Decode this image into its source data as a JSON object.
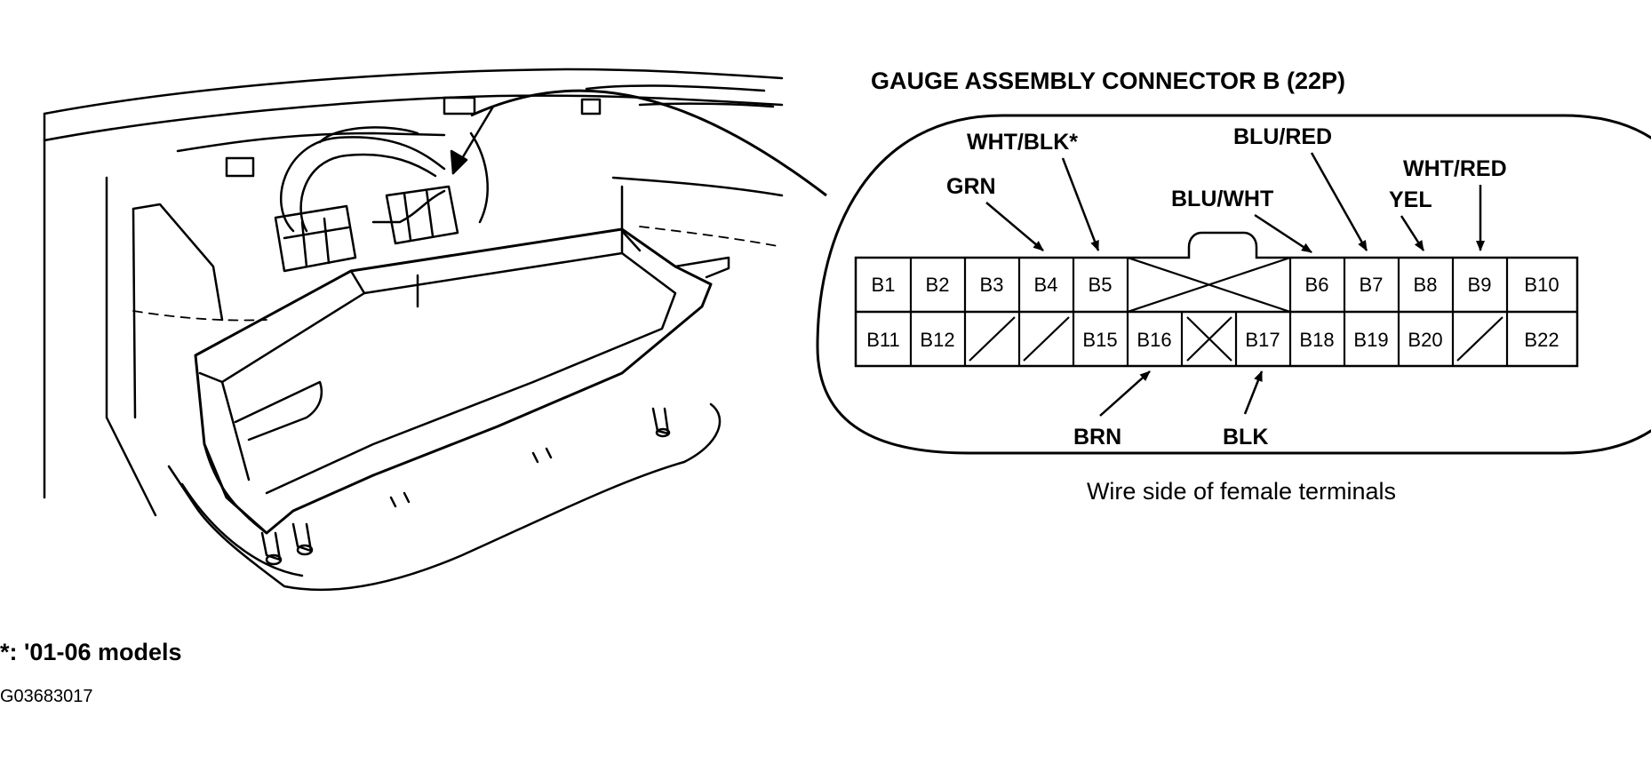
{
  "title": "GAUGE ASSEMBLY CONNECTOR B (22P)",
  "caption": "Wire side of female terminals",
  "footnote": "*: '01-06 models",
  "figure_id": "G03683017",
  "connector": {
    "top_row": [
      "B1",
      "B2",
      "B3",
      "B4",
      "B5",
      "",
      "B6",
      "B7",
      "B8",
      "B9",
      "B10"
    ],
    "bottom_row": [
      "B11",
      "B12",
      "",
      "",
      "B15",
      "B16",
      "",
      "B17",
      "B18",
      "B19",
      "B20",
      "",
      "B22"
    ]
  },
  "wire_labels": {
    "grn": "GRN",
    "wht_blk": "WHT/BLK*",
    "blu_wht": "BLU/WHT",
    "blu_red": "BLU/RED",
    "yel": "YEL",
    "wht_red": "WHT/RED",
    "brn": "BRN",
    "blk": "BLK"
  },
  "colors": {
    "line": "#000000",
    "background": "#ffffff"
  }
}
